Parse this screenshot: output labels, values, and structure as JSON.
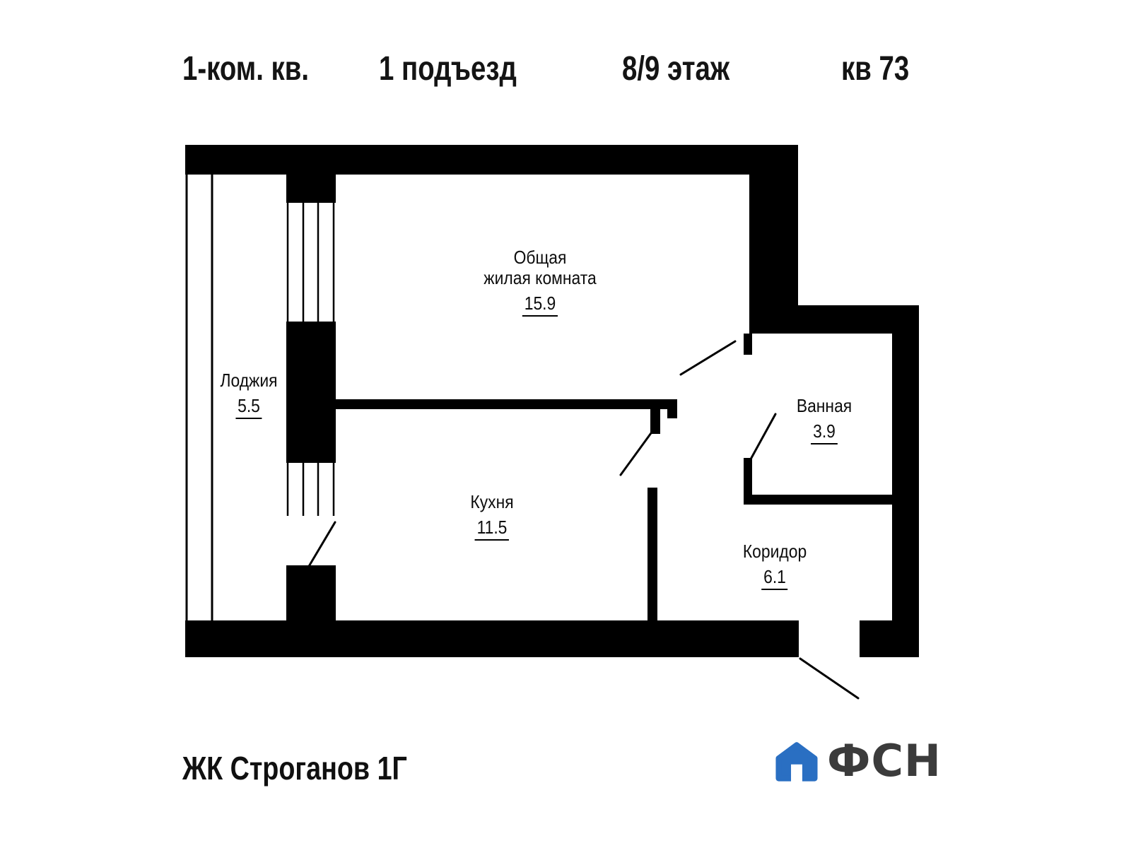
{
  "header": {
    "apartment_type": "1-ком. кв.",
    "entrance": "1 подъезд",
    "floor": "8/9 этаж",
    "unit": "кв 73"
  },
  "plan": {
    "rooms": {
      "living": {
        "label_line1": "Общая",
        "label_line2": "жилая комната",
        "area": "15.9"
      },
      "loggia": {
        "label": "Лоджия",
        "area": "5.5"
      },
      "kitchen": {
        "label": "Кухня",
        "area": "11.5"
      },
      "bathroom": {
        "label": "Ванная",
        "area": "3.9"
      },
      "corridor": {
        "label": "Коридор",
        "area": "6.1"
      }
    }
  },
  "footer": {
    "complex_name": "ЖК Строганов 1Г",
    "logo_text": "ФСН"
  },
  "colors": {
    "walls": "#000000",
    "background": "#ffffff",
    "logo_blue": "#2a6fc2",
    "logo_text": "#3b3b3b"
  }
}
